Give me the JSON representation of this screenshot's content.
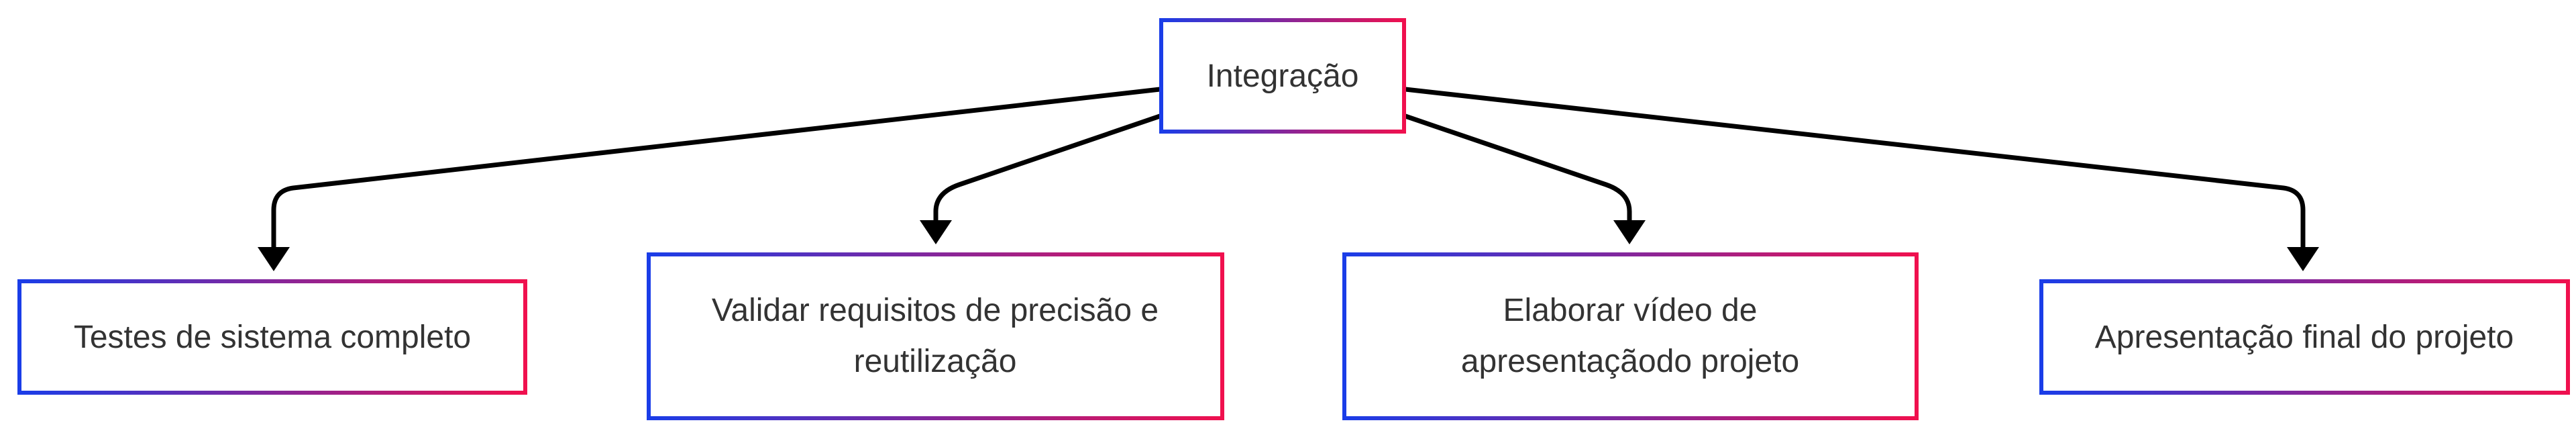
{
  "diagram": {
    "root": {
      "label": "Integração"
    },
    "children": [
      {
        "lines": [
          "Testes de sistema completo"
        ]
      },
      {
        "lines": [
          "Validar requisitos de precisão e",
          "reutilização"
        ]
      },
      {
        "lines": [
          "Elaborar vídeo de",
          "apresentaçãodo projeto"
        ]
      },
      {
        "lines": [
          "Apresentação final do projeto"
        ]
      }
    ],
    "colors": {
      "gradient_start": "#1a3de8",
      "gradient_end": "#f0104e",
      "edge": "#000000",
      "text": "#333333"
    }
  }
}
